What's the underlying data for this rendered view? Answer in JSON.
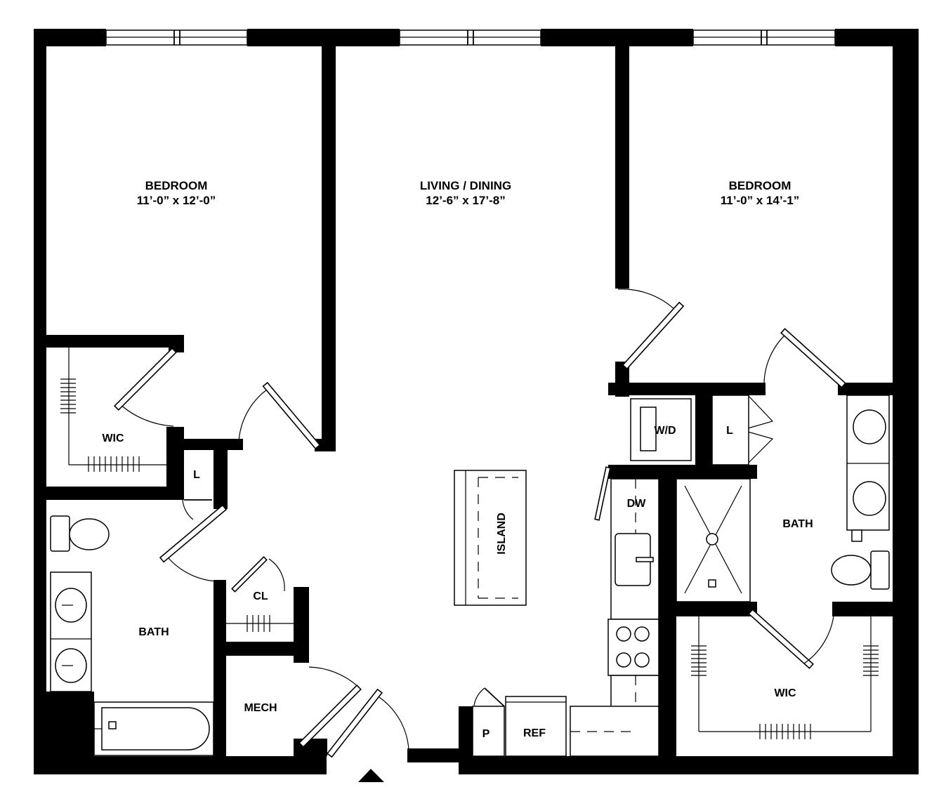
{
  "rooms": {
    "bedroom_left": {
      "name": "BEDROOM",
      "dims": "11’-0” x 12’-0”"
    },
    "living": {
      "name": "LIVING / DINING",
      "dims": "12’-6” x 17’-8”"
    },
    "bedroom_right": {
      "name": "BEDROOM",
      "dims": "11’-0” x 14’-1”"
    },
    "wic_left": "WIC",
    "linen_left": "L",
    "bath_left": "BATH",
    "closet": "CL",
    "mech": "MECH",
    "island": "ISLAND",
    "washer_dryer": "W/D",
    "linen_right": "L",
    "dishwasher": "DW",
    "bath_right": "BATH",
    "wic_right": "WIC",
    "pantry": "P",
    "refrigerator": "REF"
  },
  "entry_marker": "triangle-up-icon"
}
